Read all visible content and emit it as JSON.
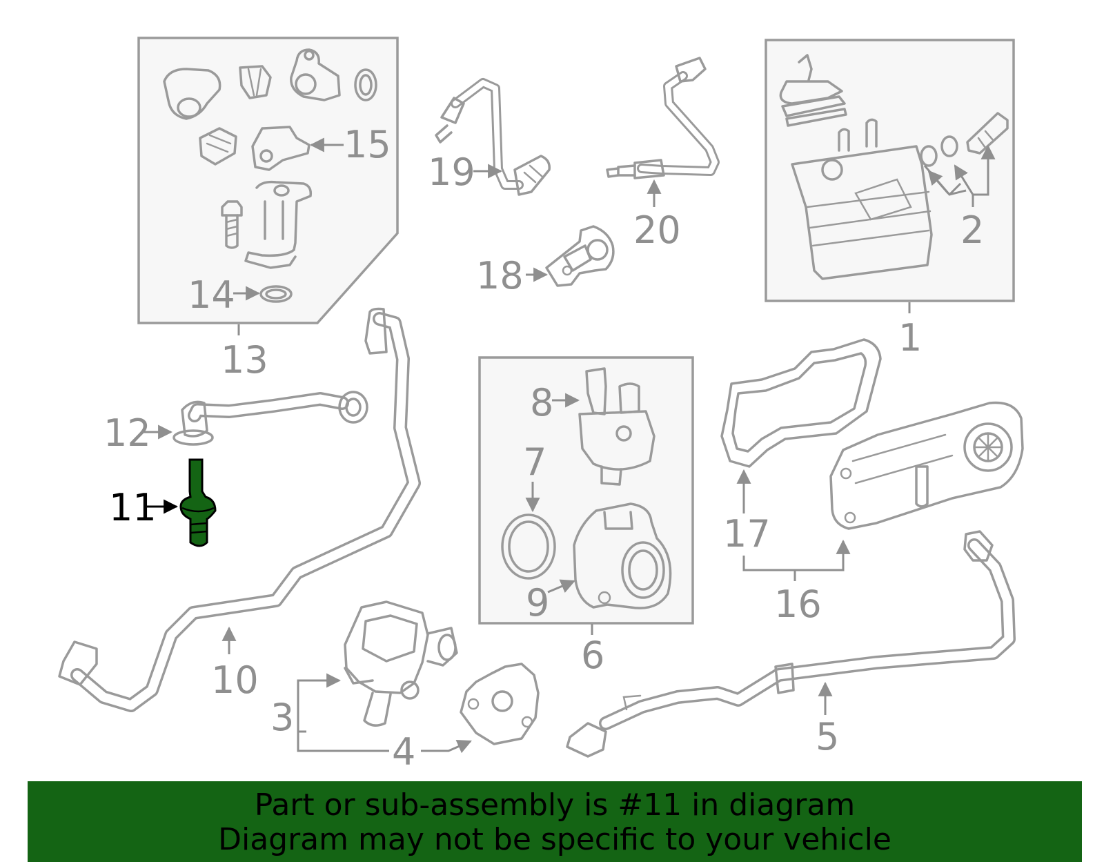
{
  "diagram": {
    "highlight_color": "#146414",
    "highlighted_part": "11",
    "callouts": [
      "1",
      "2",
      "3",
      "4",
      "5",
      "6",
      "7",
      "8",
      "9",
      "10",
      "11",
      "12",
      "13",
      "14",
      "15",
      "16",
      "17",
      "18",
      "19",
      "20"
    ]
  },
  "banner": {
    "line1": "Part or sub-assembly is #11 in diagram",
    "line2": "Diagram may not be specific to your vehicle",
    "background": "#146414"
  }
}
